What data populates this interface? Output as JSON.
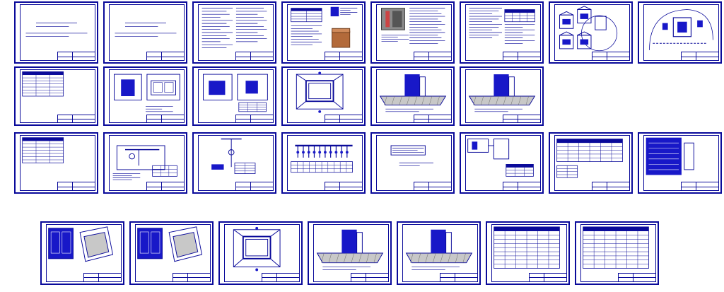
{
  "drawing_set": {
    "stroke_color": "#0a0a9a",
    "fill_color": "#1818c8",
    "rows": [
      {
        "sheets": [
          {
            "kind": "title"
          },
          {
            "kind": "title"
          },
          {
            "kind": "text-two-column"
          },
          {
            "kind": "text-with-cabinet"
          },
          {
            "kind": "text-with-panel"
          },
          {
            "kind": "text-table"
          },
          {
            "kind": "substation-elevations"
          },
          {
            "kind": "site-layout"
          }
        ]
      },
      {
        "sheets": [
          {
            "kind": "specification-table"
          },
          {
            "kind": "foundation-views"
          },
          {
            "kind": "foundation-views-detail"
          },
          {
            "kind": "foundation-plan"
          },
          {
            "kind": "foundation-section"
          },
          {
            "kind": "foundation-section"
          }
        ]
      },
      {
        "sheets": [
          {
            "kind": "specification-table"
          },
          {
            "kind": "single-line-diagram"
          },
          {
            "kind": "single-line-diagram-small"
          },
          {
            "kind": "busbar-diagram"
          },
          {
            "kind": "wiring-diagram"
          },
          {
            "kind": "equipment-layout"
          },
          {
            "kind": "equipment-schedule"
          },
          {
            "kind": "cabinet-panel-filled"
          }
        ]
      },
      {
        "sheets": [
          {
            "kind": "cabinet-assembly"
          },
          {
            "kind": "cabinet-assembly"
          },
          {
            "kind": "foundation-plan"
          },
          {
            "kind": "foundation-section"
          },
          {
            "kind": "foundation-section"
          },
          {
            "kind": "specification-grid"
          },
          {
            "kind": "specification-grid"
          }
        ]
      }
    ]
  }
}
